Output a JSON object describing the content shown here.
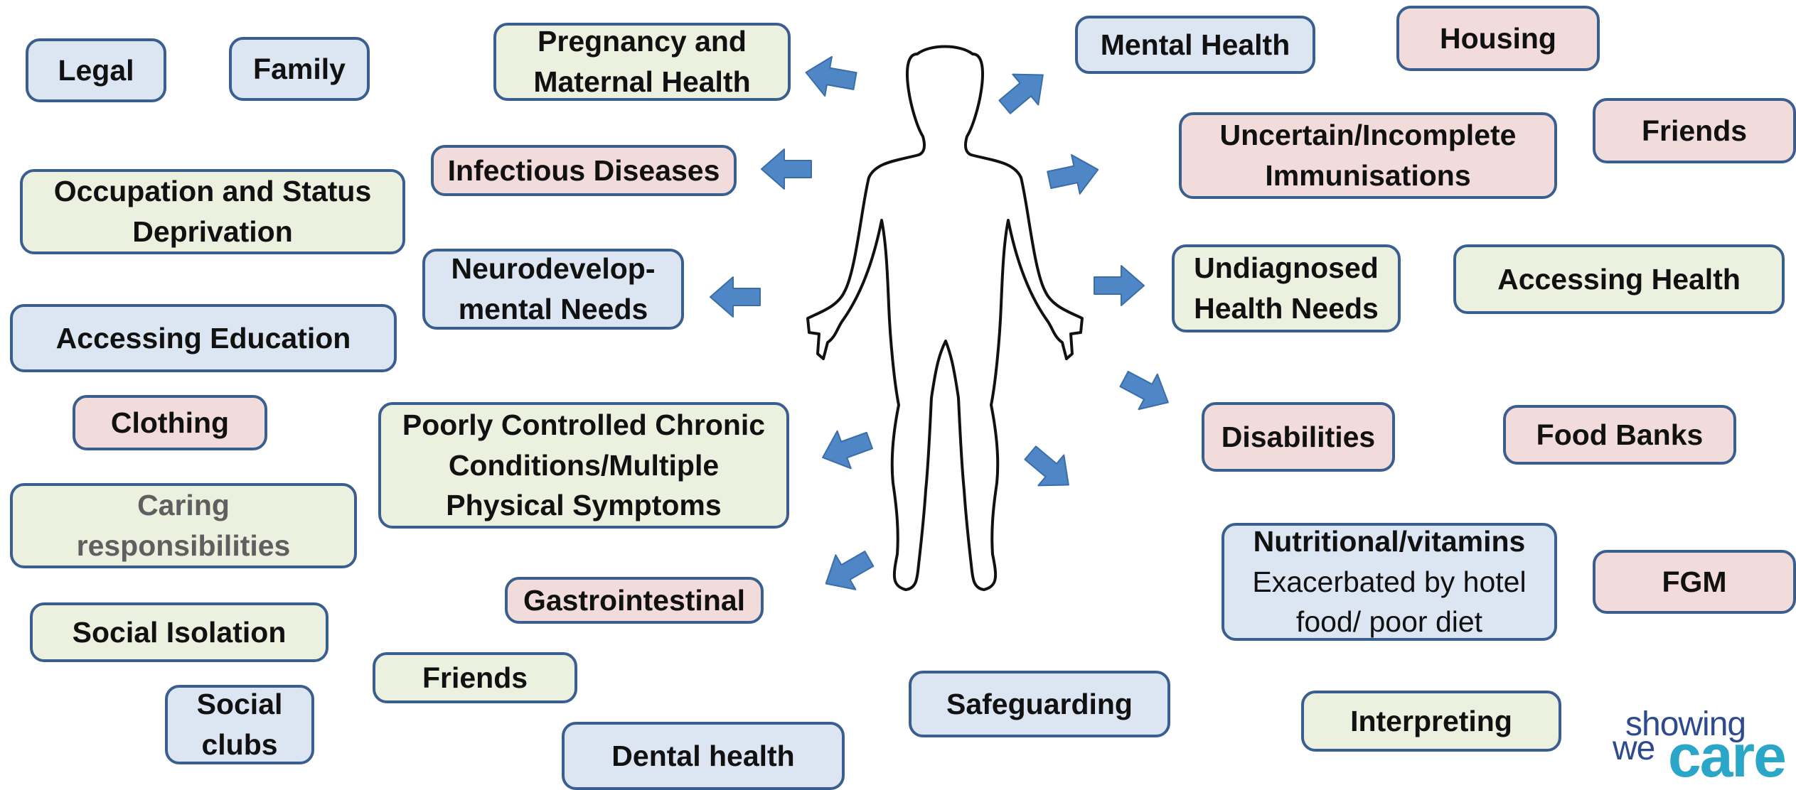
{
  "boxes": {
    "legal": [
      "Legal"
    ],
    "family": [
      "Family"
    ],
    "pregnancy": [
      "Pregnancy and",
      "Maternal Health"
    ],
    "mental_health": [
      "Mental Health"
    ],
    "housing": [
      "Housing"
    ],
    "friends_right": [
      "Friends"
    ],
    "infectious": [
      "Infectious Diseases"
    ],
    "immunisations": [
      "Uncertain/Incomplete",
      "Immunisations"
    ],
    "occupation": [
      "Occupation and Status",
      "Deprivation"
    ],
    "neuro": [
      "Neurodevelop-",
      "mental Needs"
    ],
    "undiagnosed": [
      "Undiagnosed",
      "Health Needs"
    ],
    "accessing_health": [
      "Accessing Health"
    ],
    "accessing_education": [
      "Accessing Education"
    ],
    "clothing": [
      "Clothing"
    ],
    "chronic": [
      "Poorly Controlled Chronic",
      "Conditions/Multiple",
      "Physical Symptoms"
    ],
    "disabilities": [
      "Disabilities"
    ],
    "food_banks": [
      "Food Banks"
    ],
    "caring": [
      "Caring",
      "responsibilities"
    ],
    "nutritional": [
      "Nutritional/vitamins",
      "Exacerbated by hotel",
      "food/ poor diet"
    ],
    "fgm": [
      "FGM"
    ],
    "gastro": [
      "Gastrointestinal"
    ],
    "social_isolation": [
      "Social Isolation"
    ],
    "friends_left": [
      "Friends"
    ],
    "safeguarding": [
      "Safeguarding"
    ],
    "interpreting": [
      "Interpreting"
    ],
    "social_clubs": [
      "Social",
      "clubs"
    ],
    "dental": [
      "Dental health"
    ]
  },
  "colors": {
    "blue_fill": "#dce6f2",
    "pink_fill": "#f2dcdb",
    "green_fill": "#ebf1de",
    "border": "#3a5f8f",
    "arrow": "#4f86c6"
  },
  "logo": {
    "line1": "showing",
    "line2": "we",
    "line3": "care"
  }
}
